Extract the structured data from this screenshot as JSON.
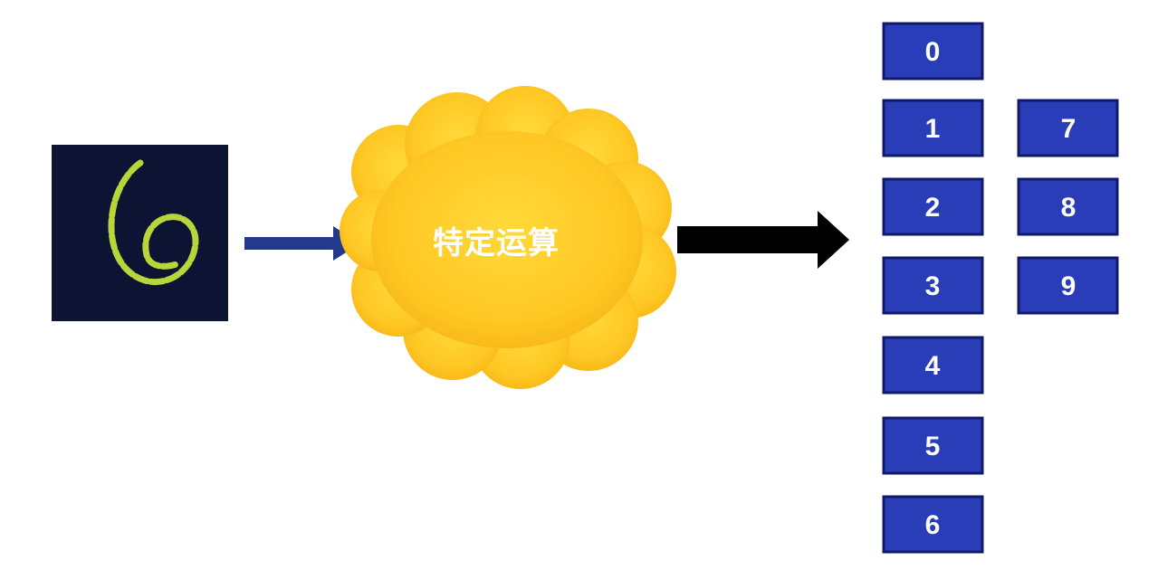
{
  "diagram": {
    "input_image": {
      "digit_depicted": "6",
      "background_color": "#0d1433",
      "stroke_color": "#b7d63a"
    },
    "process": {
      "label": "特定运算",
      "color": "#ffcc22"
    },
    "input_arrow_color": "#233a8c",
    "output_arrow_color": "#000000",
    "outputs": [
      {
        "label": "0"
      },
      {
        "label": "1"
      },
      {
        "label": "2"
      },
      {
        "label": "3"
      },
      {
        "label": "4"
      },
      {
        "label": "5"
      },
      {
        "label": "6"
      },
      {
        "label": "7"
      },
      {
        "label": "8"
      },
      {
        "label": "9"
      }
    ],
    "output_box_color": "#2a3db8"
  }
}
